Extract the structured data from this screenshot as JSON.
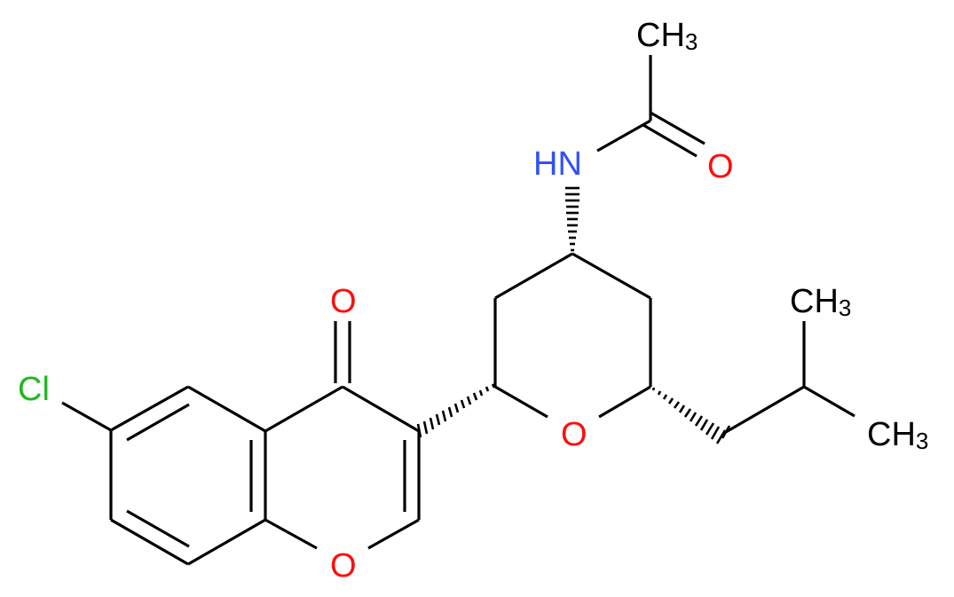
{
  "molecule": {
    "name": "N-[2-(6-chloro-4-oxochromen-3-yl)-6-(2-methylpropyl)oxan-4-yl]acetamide",
    "colors": {
      "bond": "#000000",
      "carbon": "#000000",
      "nitrogen": "#3050F8",
      "oxygen": "#FF0D0D",
      "chlorine": "#1FF01F"
    },
    "labels": {
      "ch3_acetyl": {
        "main": "CH",
        "sub": "3"
      },
      "nh": "HN",
      "o_carbonyl_acetyl": "O",
      "o_ketone": "O",
      "cl": "Cl",
      "o_chromone": "O",
      "o_oxane": "O",
      "ch3_upper": {
        "main": "CH",
        "sub": "3"
      },
      "ch3_lower": {
        "main": "CH",
        "sub": "3"
      }
    }
  }
}
